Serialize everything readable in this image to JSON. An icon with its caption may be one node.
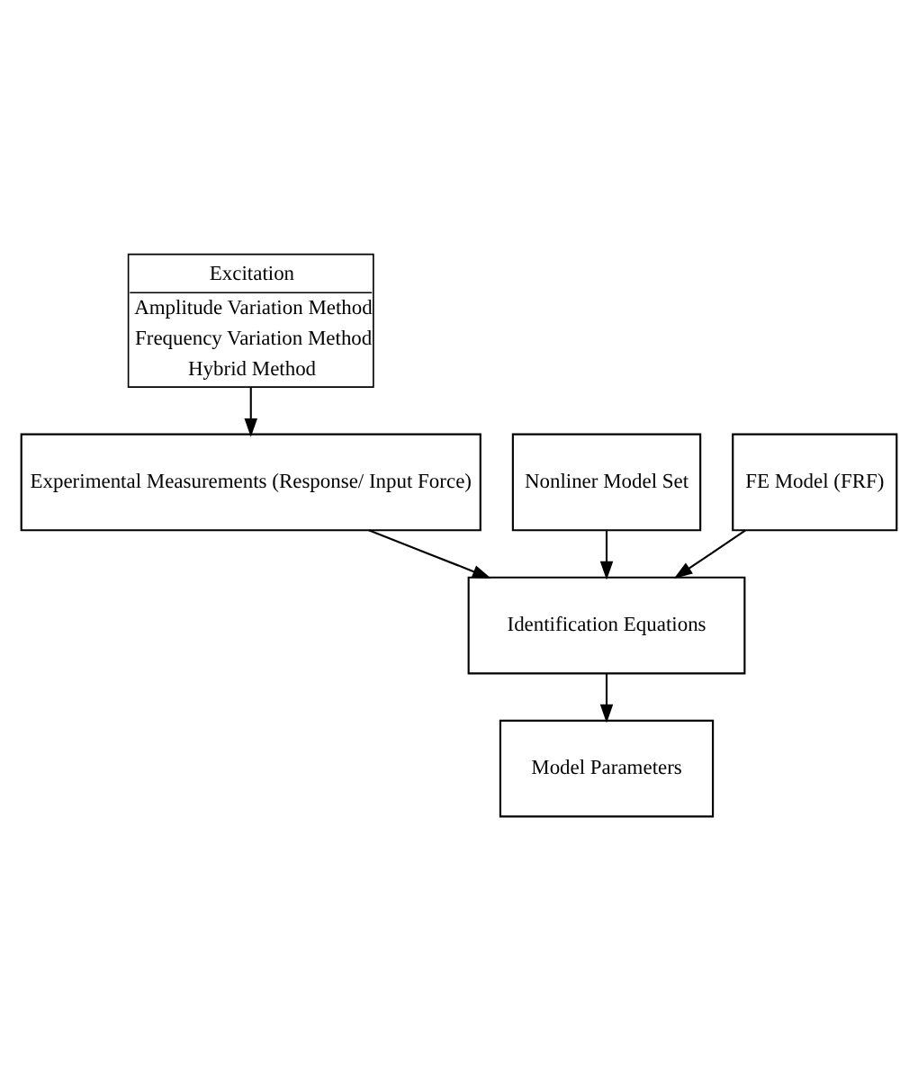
{
  "diagram": {
    "nodes": [
      {
        "text": [
          "Excitation",
          "Amplitude Variation Method",
          "Frequency Variation Method",
          "Hybrid Method"
        ]
      },
      {
        "text": [
          "Nonliner Model Set"
        ]
      },
      {
        "text": [
          "Experimental Measurements (Response/ Input Force)"
        ]
      },
      {
        "text": [
          "FE Model (FRF)"
        ]
      },
      {
        "text": [
          "Identification Equations"
        ]
      },
      {
        "text": [
          "Model Parameters"
        ]
      }
    ],
    "edges": [
      {
        "from": 0,
        "to": 2,
        "arrow": "to"
      },
      {
        "from": 1,
        "to": 4,
        "arrow": "to"
      },
      {
        "from": 2,
        "to": 4,
        "arrow": "to"
      },
      {
        "from": 3,
        "to": 4,
        "arrow": "to"
      },
      {
        "from": 4,
        "to": 5,
        "arrow": "to"
      }
    ]
  }
}
